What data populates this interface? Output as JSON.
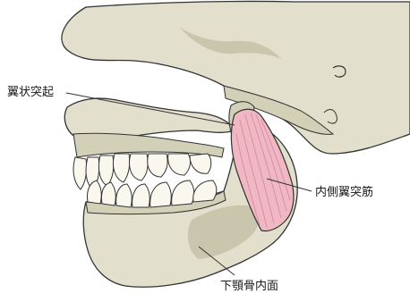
{
  "labels": {
    "pterygoid_process": "翼状突起",
    "medial_pterygoid": "内側翼突筋",
    "mandible_inner_surface": "下顎骨内面"
  },
  "colors": {
    "bone": "#e2e0cc",
    "bone_shadow": "#c9c6ad",
    "outline": "#333333",
    "muscle": "#f0b8c4",
    "muscle_stripe": "#d98fa1",
    "tooth": "#faf8ee",
    "gum_bg": "#ffffff"
  }
}
